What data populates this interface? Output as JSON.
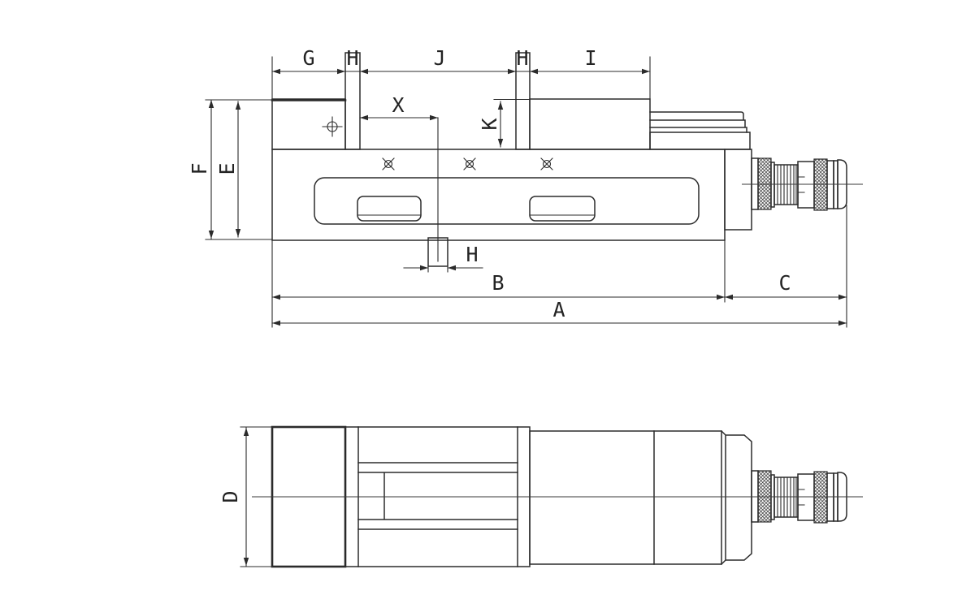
{
  "drawing": {
    "background": "#ffffff",
    "line_color": "#2b2b2b",
    "text_color": "#232323",
    "subject": "machine-vise-two-view-dimension-drawing",
    "dims": {
      "G": "G",
      "H1": "H",
      "J": "J",
      "H2": "H",
      "I": "I",
      "X": "X",
      "K": "K",
      "F": "F",
      "E": "E",
      "H3": "H",
      "B": "B",
      "C": "C",
      "A": "A",
      "D": "D"
    }
  }
}
